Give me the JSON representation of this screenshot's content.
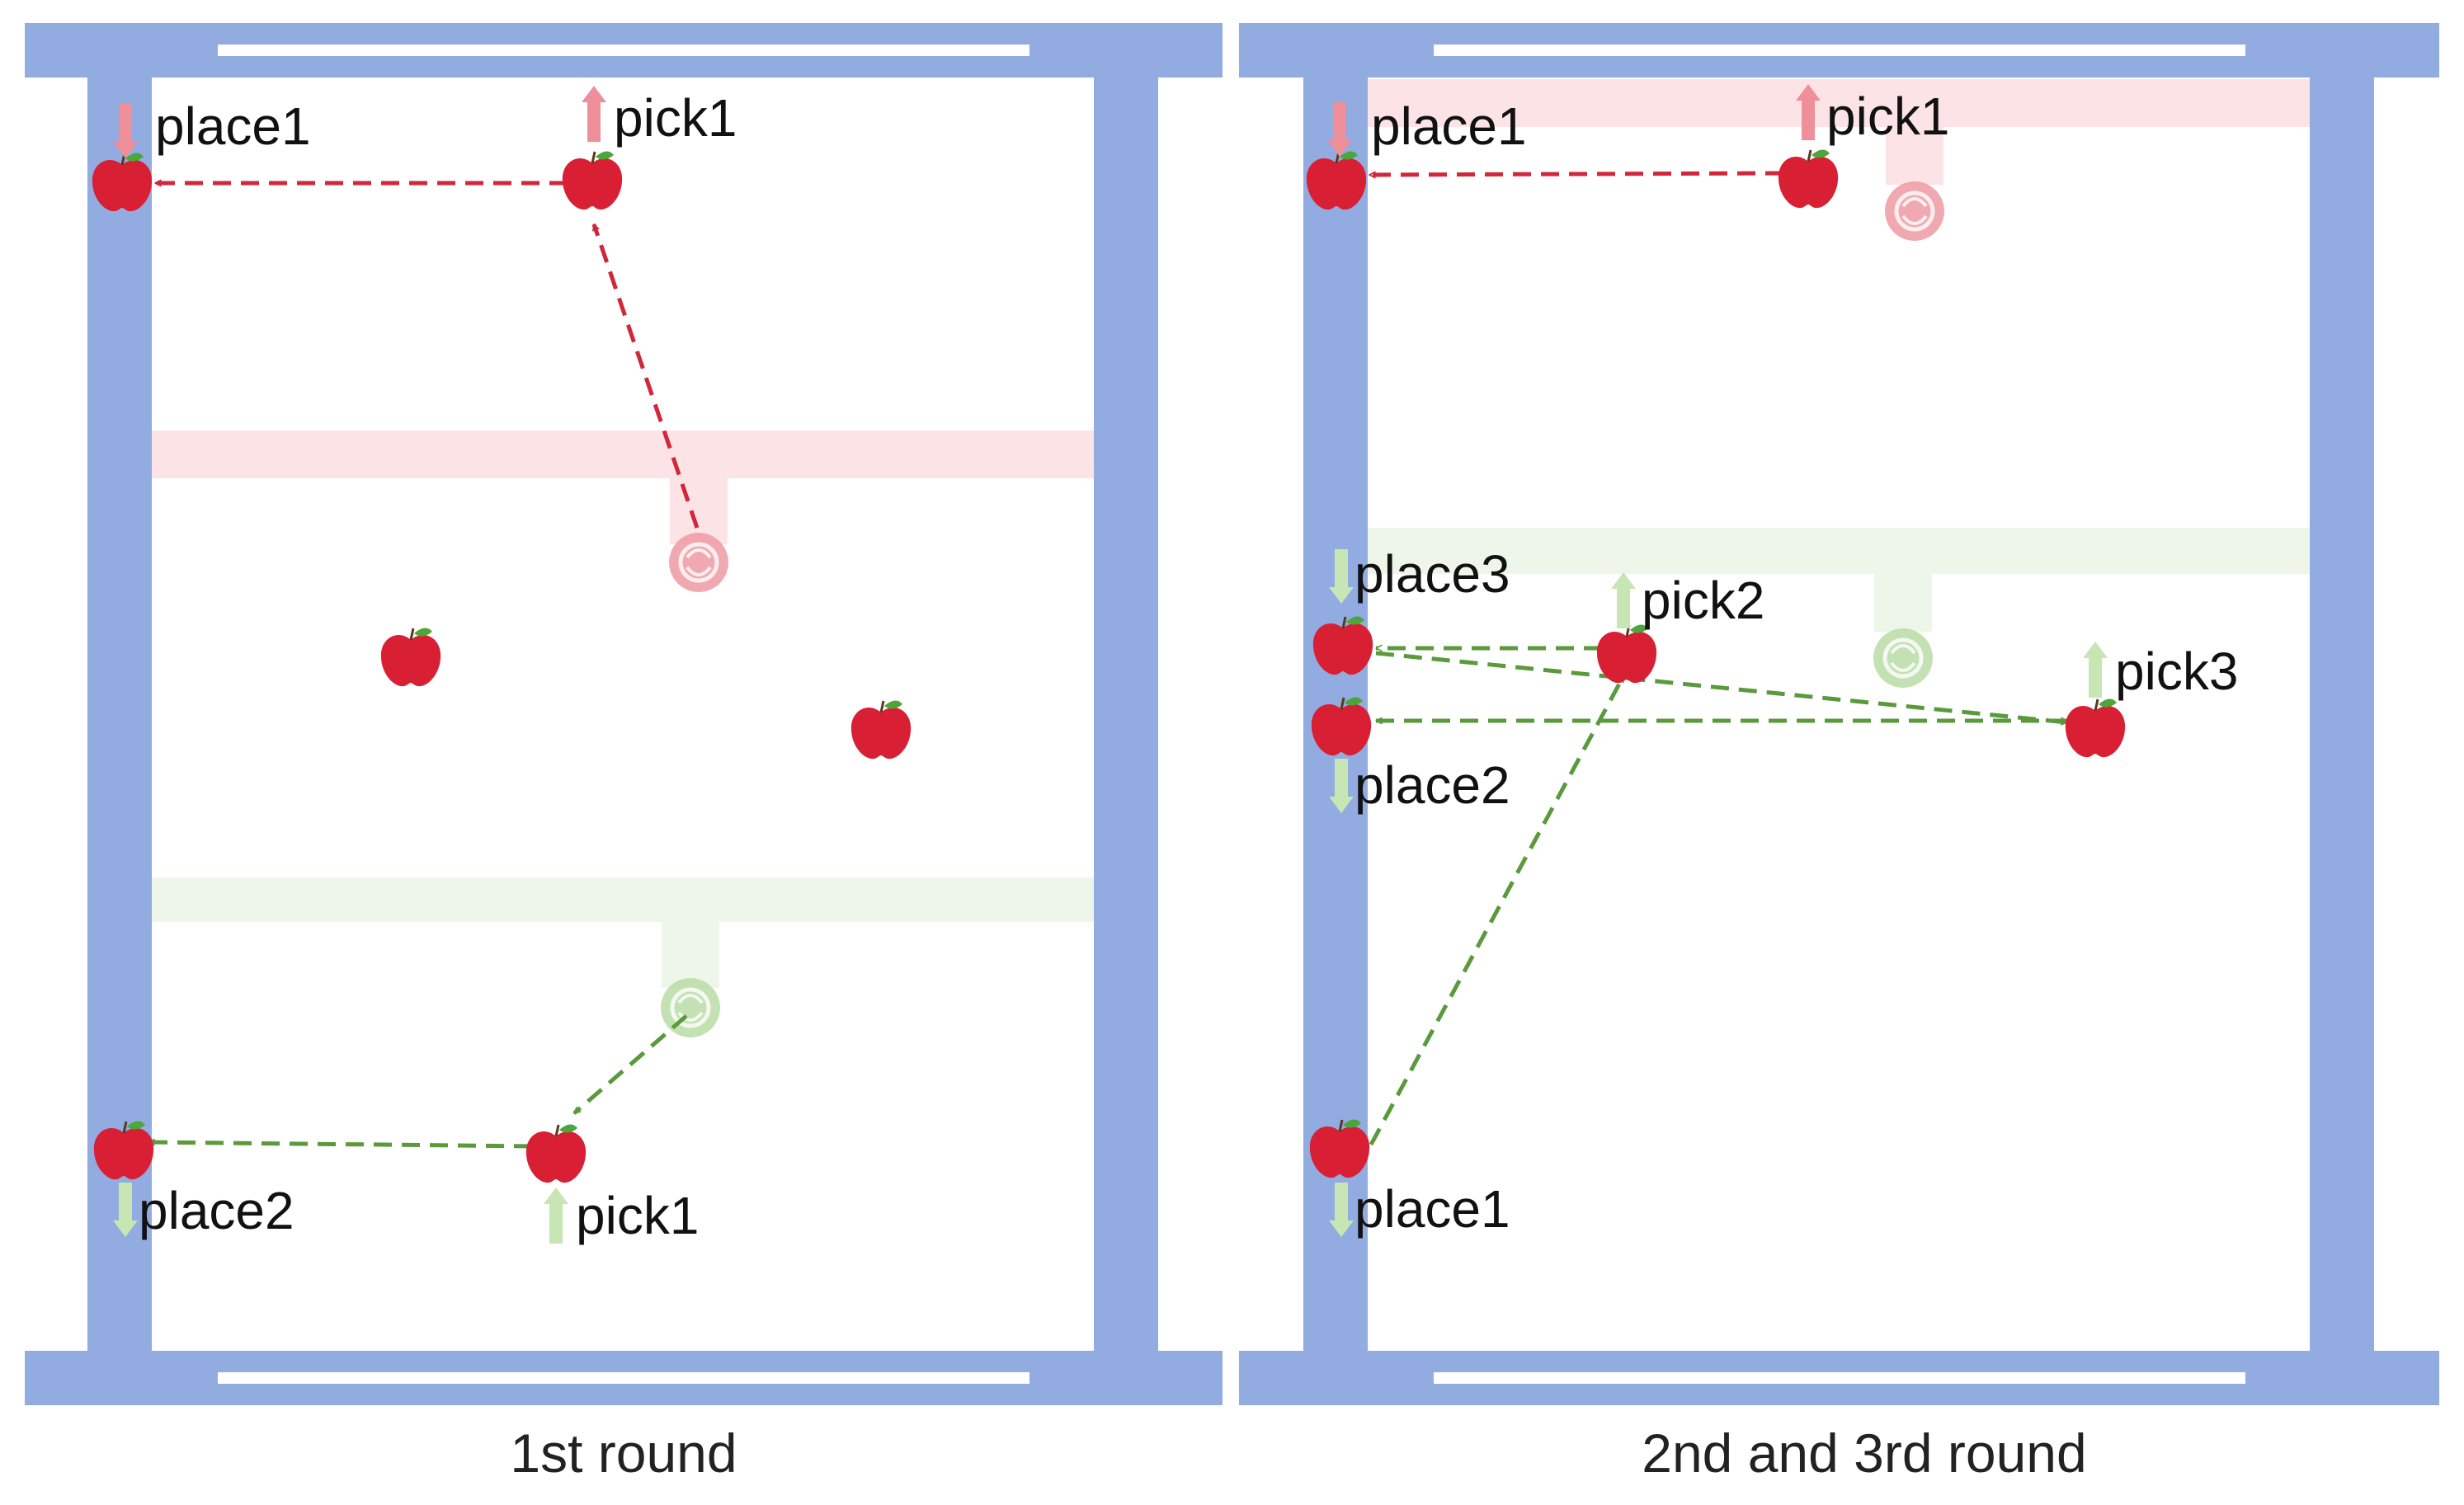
{
  "colors": {
    "frame": "#92ABE0",
    "red_path": "#D0273B",
    "green_path": "#5A9A3C",
    "red_band": "#FBE3E6",
    "green_band": "#EEF6EA",
    "red_arrow": "#EE8F99",
    "green_arrow": "#C7E6B4",
    "red_gripper": "#EE9AA3",
    "green_gripper": "#B9DCA6",
    "apple": "#D91F33",
    "apple_leaf": "#4CA63A"
  },
  "icons": {
    "apple": "apple-icon",
    "gripper": "gripper-icon",
    "arrow_up": "arrow-up-icon",
    "arrow_down": "arrow-down-icon"
  },
  "panels": [
    {
      "caption": "1st round",
      "labels": {
        "red_place1": "place1",
        "red_pick1": "pick1",
        "green_place2": "place2",
        "green_pick1": "pick1"
      }
    },
    {
      "caption": "2nd and 3rd round",
      "labels": {
        "red_place1": "place1",
        "red_pick1": "pick1",
        "green_place3": "place3",
        "green_pick2": "pick2",
        "green_pick3": "pick3",
        "green_place2": "place2",
        "green_place1": "place1"
      }
    }
  ]
}
